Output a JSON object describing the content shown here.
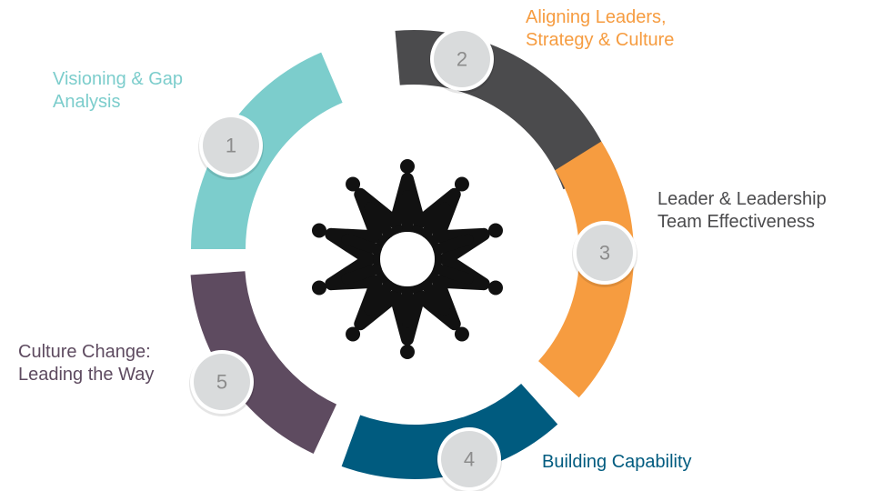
{
  "colors": {
    "teal": "#7ccdcc",
    "charcoal": "#4b4b4d",
    "orange": "#f69c40",
    "navy": "#005b7f",
    "plum": "#5e4b60",
    "badge_fill": "#d9dbdc",
    "badge_ring": "#ffffff",
    "badge_text": "#8c8c8c",
    "icon": "#111111"
  },
  "icon": {
    "name": "people-circle-icon",
    "people_count": 10
  },
  "stages": [
    {
      "number": "1",
      "label_lines": [
        "Visioning & Gap",
        "Analysis"
      ],
      "color": "#7ccdcc",
      "label_color": "#7ccdcc"
    },
    {
      "number": "2",
      "label_lines": [
        "Aligning Leaders,",
        "Strategy & Culture"
      ],
      "color": "#4b4b4d",
      "label_color": "#f69c40"
    },
    {
      "number": "3",
      "label_lines": [
        "Leader & Leadership",
        "Team Effectiveness"
      ],
      "color": "#f69c40",
      "label_color": "#4b4b4d"
    },
    {
      "number": "4",
      "label_lines": [
        "Building Capability"
      ],
      "color": "#005b7f",
      "label_color": "#005b7f"
    },
    {
      "number": "5",
      "label_lines": [
        "Culture Change:",
        "Leading the Way"
      ],
      "color": "#5e4b60",
      "label_color": "#5e4b60"
    }
  ]
}
